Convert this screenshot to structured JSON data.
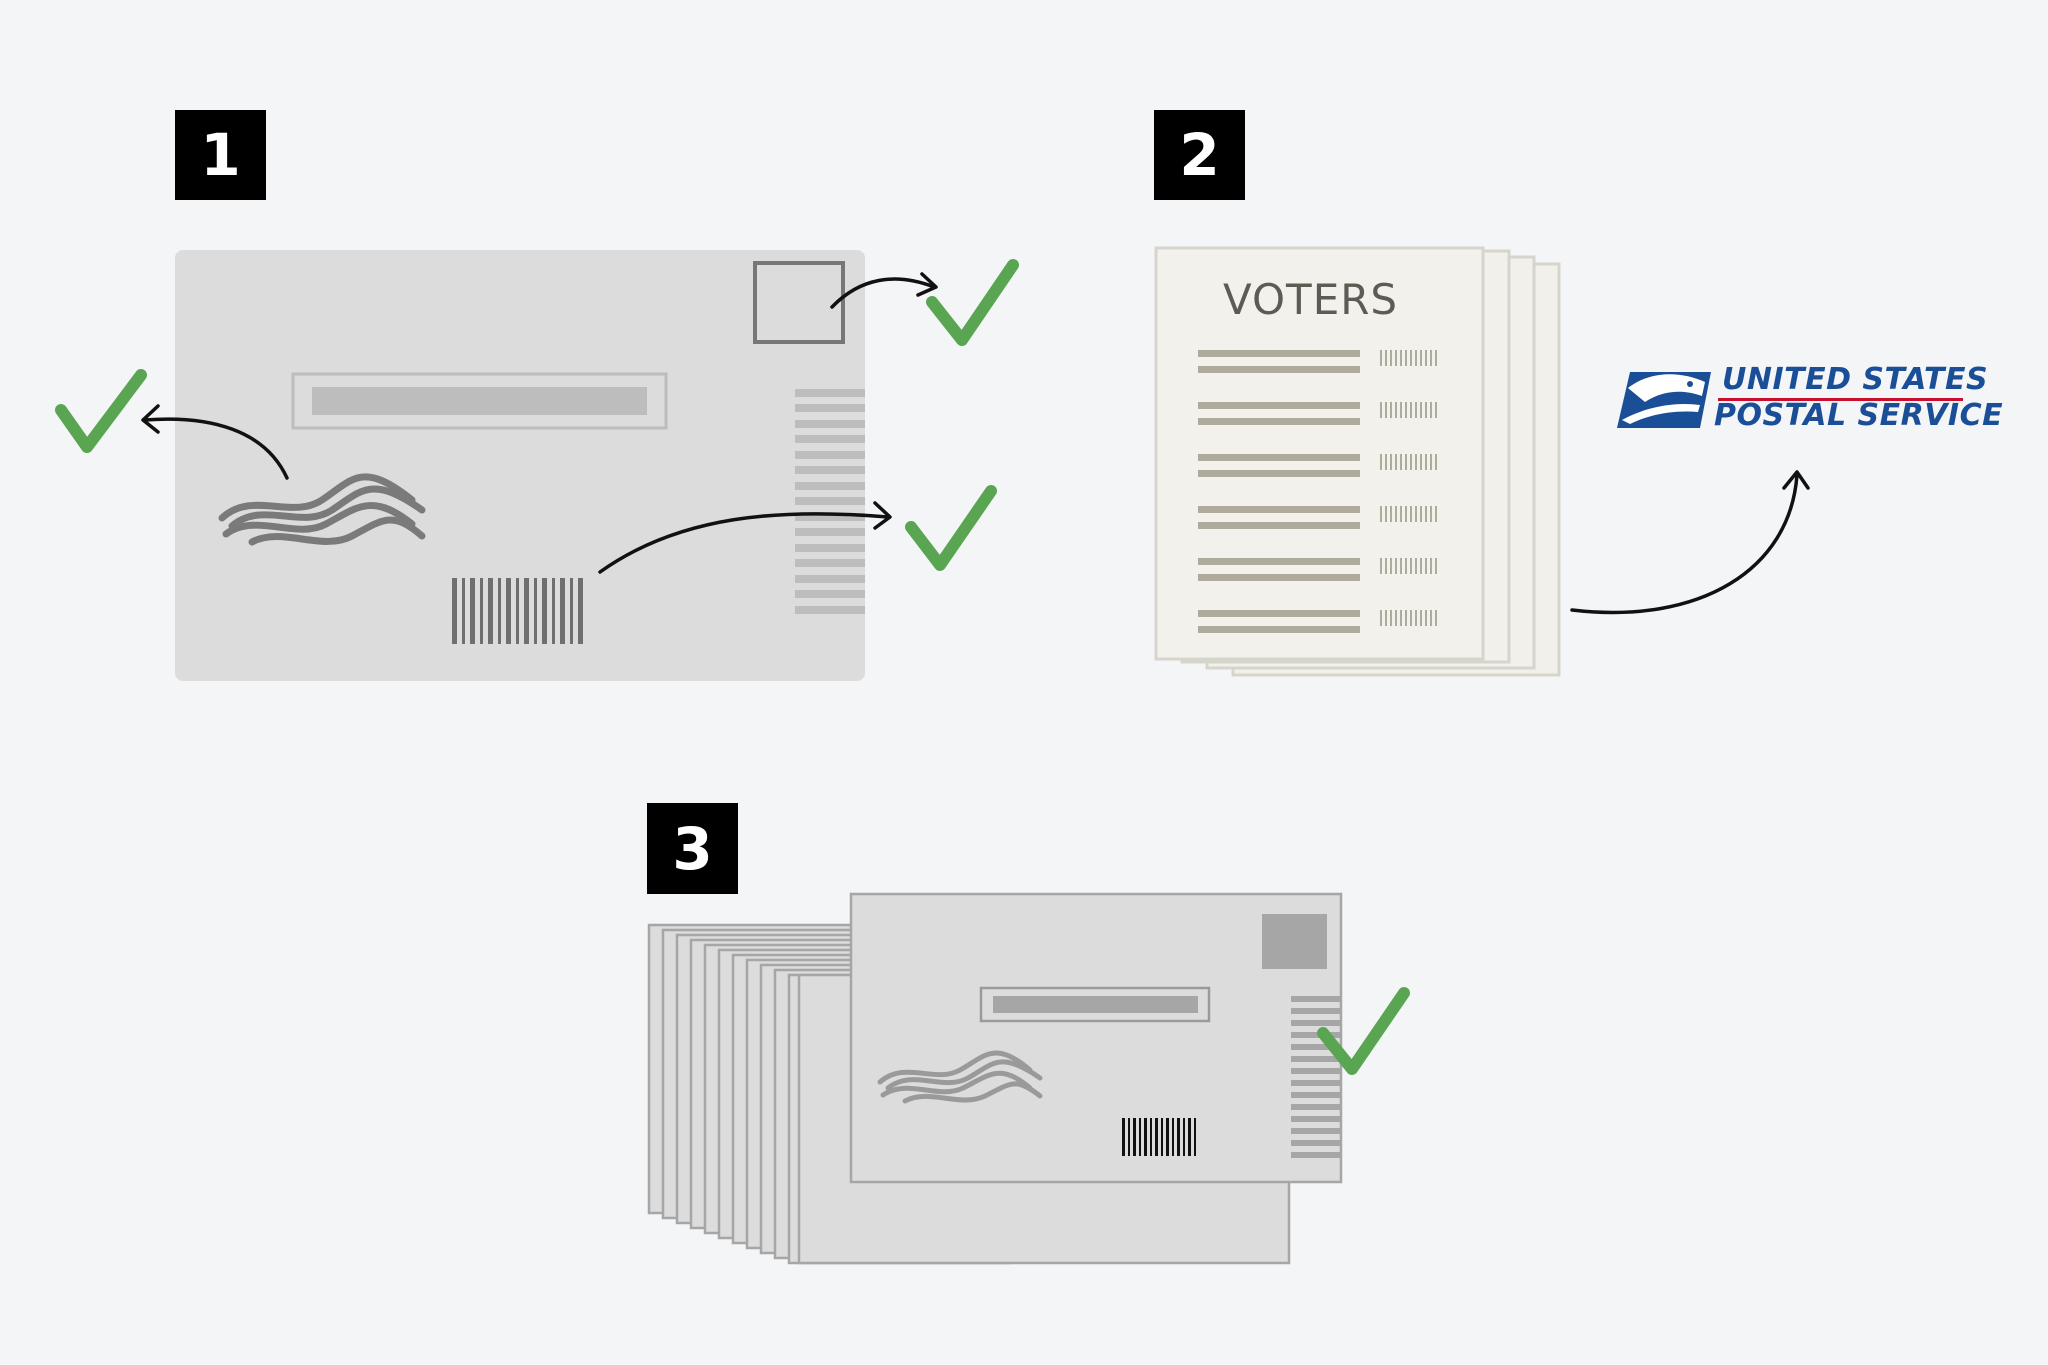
{
  "steps": [
    {
      "label": "1"
    },
    {
      "label": "2"
    },
    {
      "label": "3"
    }
  ],
  "voter_list": {
    "title": "VOTERS"
  },
  "usps": {
    "line1": "UNITED STATES",
    "line2": "POSTAL SERVICE"
  },
  "colors": {
    "check": "#5aa552",
    "envelope": "#dcdcdc",
    "paper": "#f1f0ea",
    "usps_blue": "#1a4f97",
    "usps_red": "#c8102e"
  },
  "icons": [
    "check-icon",
    "arrow-icon",
    "eagle-logo-icon",
    "wave-postmark-icon",
    "barcode-icon"
  ]
}
